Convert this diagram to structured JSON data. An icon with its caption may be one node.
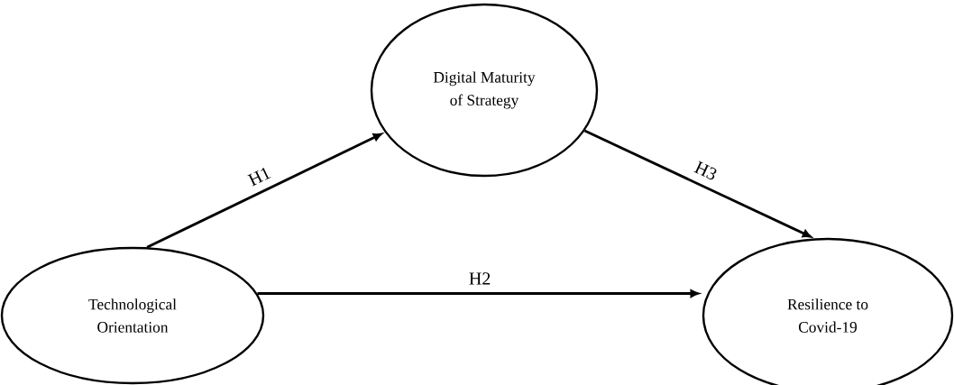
{
  "diagram": {
    "nodes": [
      {
        "text": [
          "Technological Orientation"
        ]
      },
      {
        "text": [
          "Digital Maturity of Strategy"
        ]
      },
      {
        "text": [
          "Resilience to Covid-19"
        ]
      }
    ],
    "edges": [
      {
        "from": 0,
        "to": 1,
        "arrow": "to",
        "label": "H1"
      },
      {
        "from": 0,
        "to": 2,
        "arrow": "to",
        "label": "H2"
      },
      {
        "from": 1,
        "to": 2,
        "arrow": "to",
        "label": "H3"
      }
    ]
  }
}
